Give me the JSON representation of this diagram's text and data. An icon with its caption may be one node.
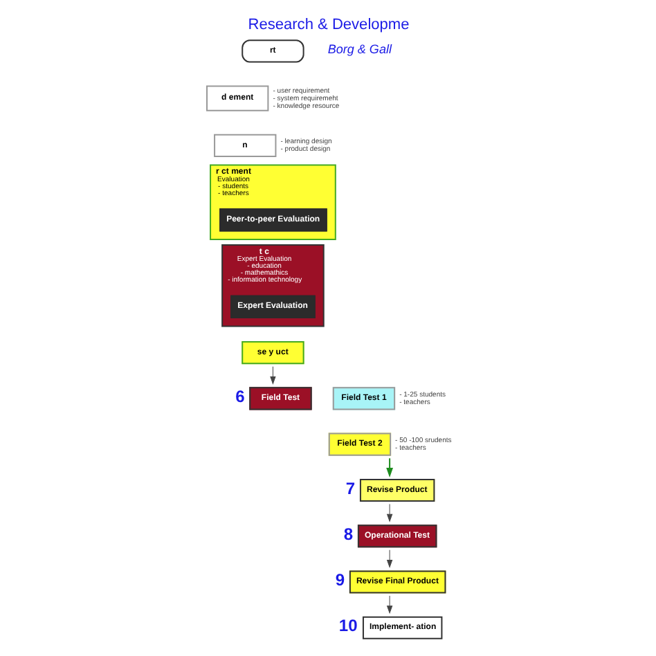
{
  "diagram": {
    "title": "Research & Developme",
    "nodes": [
      {
        "text": [
          "rt"
        ]
      },
      {
        "text": [
          "d ement"
        ],
        "beside": [
          "- user requirement",
          "- system requiremeht",
          "- knowledge resource"
        ]
      },
      {
        "text": [
          "n"
        ],
        "beside": [
          "- learning design",
          "- product design"
        ]
      },
      {
        "text": [
          "r ct ment"
        ],
        "beside": [
          "Evaluation",
          "- students",
          "- teachers"
        ]
      },
      {
        "text": [
          "Peer-to-peer Evaluation"
        ],
        "in": 3
      },
      {
        "text": [
          "t c"
        ],
        "beside": [
          "Expert Evaluation",
          "- education",
          "- mathemathics",
          "- information technology"
        ]
      },
      {
        "text": [
          "Expert Evaluation"
        ],
        "in": 5
      },
      {
        "text": [
          "se y uct"
        ]
      },
      {
        "text": [
          "Field Test"
        ],
        "beside": [
          "6"
        ]
      },
      {
        "text": [
          "Field Test 1"
        ],
        "beside": [
          "- 1-25 students",
          "- teachers"
        ]
      },
      {
        "text": [
          "Field Test 2"
        ],
        "beside": [
          "- 50 -100 srudents",
          "- teachers"
        ]
      },
      {
        "text": [
          "Revise Product"
        ],
        "beside": [
          "7"
        ]
      },
      {
        "text": [
          "Operational Test"
        ],
        "beside": [
          "8"
        ]
      },
      {
        "text": [
          "Revise Final Product"
        ],
        "beside": [
          "9"
        ]
      },
      {
        "text": [
          "Implement- ation"
        ],
        "beside": [
          "10"
        ]
      }
    ],
    "edges": [
      {
        "from": 7,
        "to": 8,
        "arrow": "to"
      },
      {
        "from": 10,
        "to": 11,
        "arrow": "to",
        "color": "#1e8c1e"
      },
      {
        "from": 11,
        "to": 12,
        "arrow": "to"
      },
      {
        "from": 12,
        "to": 13,
        "arrow": "to"
      },
      {
        "from": 13,
        "to": 14,
        "arrow": "to"
      }
    ],
    "labels": [
      "Borg & Gall"
    ]
  }
}
